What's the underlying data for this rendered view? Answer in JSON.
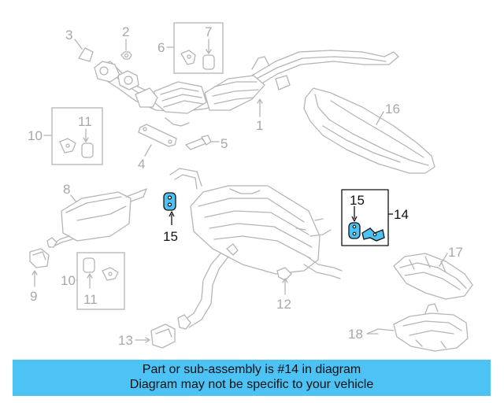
{
  "callouts": {
    "c1": "1",
    "c2": "2",
    "c3": "3",
    "c4": "4",
    "c5": "5",
    "c6": "6",
    "c7": "7",
    "c8": "8",
    "c9": "9",
    "c10a": "10",
    "c10b": "10",
    "c11a": "11",
    "c11b": "11",
    "c12": "12",
    "c13": "13",
    "c14": "14",
    "c15a": "15",
    "c15b": "15",
    "c16": "16",
    "c17": "17",
    "c18": "18"
  },
  "banner": {
    "line1": "Part or sub-assembly is #14 in diagram",
    "line2": "Diagram may not be specific to your vehicle"
  },
  "colors": {
    "highlight": "#4dc3f5",
    "banner_bg": "#4dc3f5",
    "line_gray": "#b5b5b5",
    "line_dark": "#111111"
  }
}
